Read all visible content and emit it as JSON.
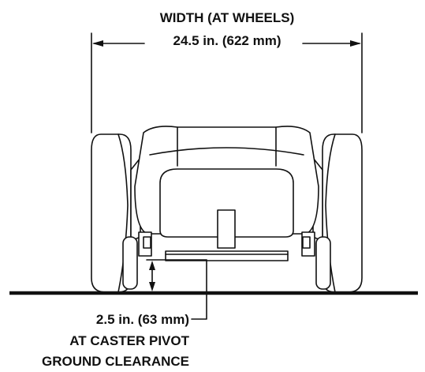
{
  "width_label": {
    "line1": "WIDTH (AT WHEELS)",
    "line2": "24.5 in. (622 mm)"
  },
  "clearance_label": {
    "line1": "2.5 in. (63 mm)",
    "line2": "AT CASTER PIVOT",
    "line3": "GROUND CLEARANCE"
  },
  "colors": {
    "ink": "#111111",
    "background": "#ffffff"
  }
}
